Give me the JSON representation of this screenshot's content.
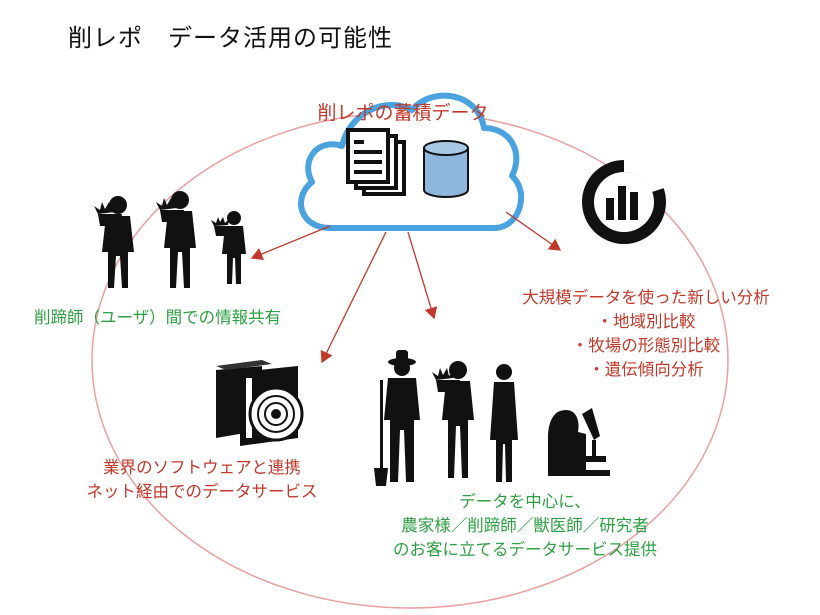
{
  "title": "削レポ　データ活用の可能性",
  "cloud": {
    "label": "削レポの蓄積データ"
  },
  "share": {
    "label": "削蹄師（ユーザ）間での情報共有"
  },
  "analysis": {
    "heading": "大規模データを使った新しい分析",
    "items": [
      "・地域別比較",
      "・牧場の形態別比較",
      "・遺伝傾向分析"
    ]
  },
  "software": {
    "line1": "業界のソフトウェアと連携",
    "line2": "ネット経由でのデータサービス"
  },
  "service": {
    "line1": "データを中心に、",
    "line2": "農家様／削蹄師／獣医師／研究者",
    "line3": "のお客に立てるデータサービス提供"
  },
  "colors": {
    "red": "#c0392b",
    "green": "#2ea043",
    "cloud": "#4aa3df",
    "db": "#8fb6dc",
    "ring": "#e8a0a0"
  },
  "icons": [
    "cloud-icon",
    "document-icon",
    "database-icon",
    "chart-icon",
    "software-box-icon",
    "disc-icon",
    "worker-silhouette-icon",
    "farmer-icon",
    "vet-icon",
    "researcher-microscope-icon"
  ]
}
